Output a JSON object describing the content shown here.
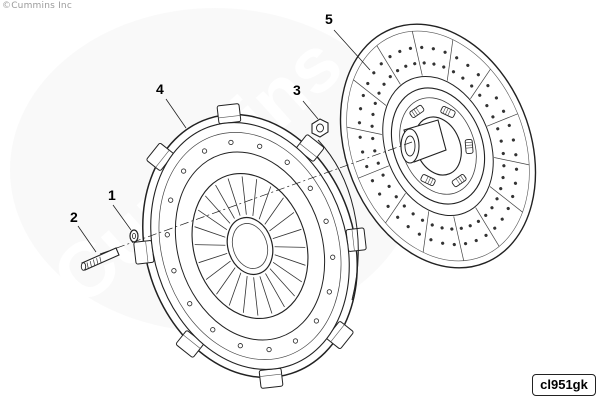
{
  "copyright": "©Cummins Inc",
  "watermark": "Cummins",
  "callouts": {
    "c1": "1",
    "c2": "2",
    "c3": "3",
    "c4": "4",
    "c5": "5"
  },
  "drawing_ref": "cl951gk"
}
